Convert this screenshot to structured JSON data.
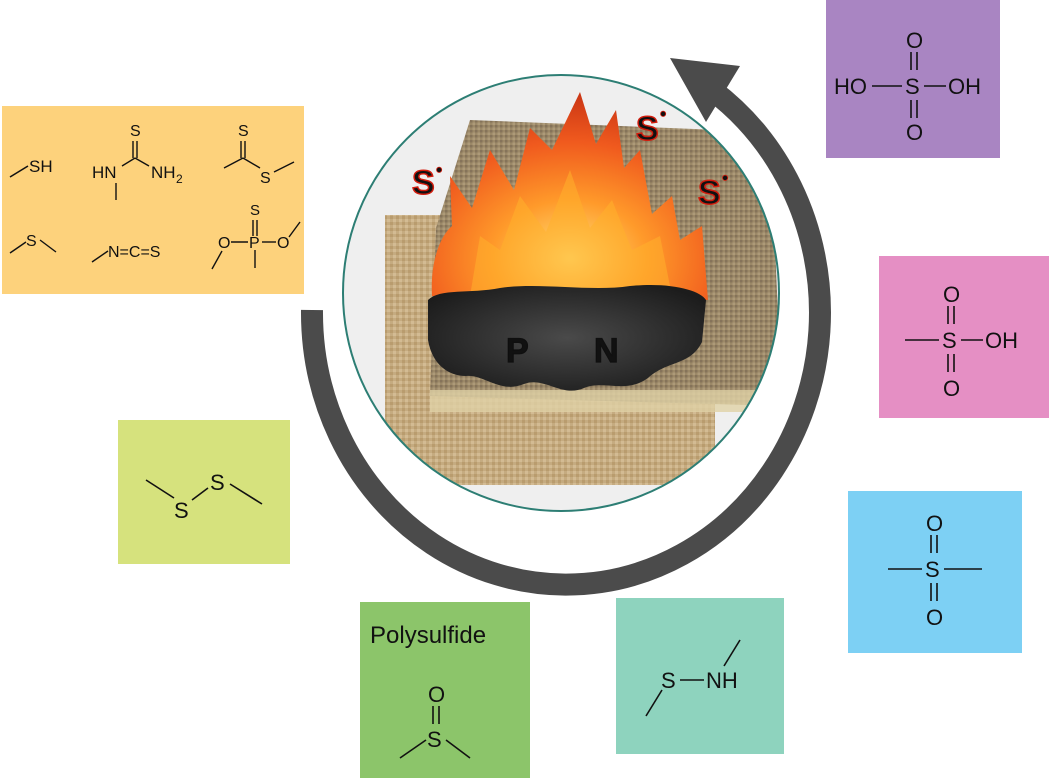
{
  "colors": {
    "orange_box": "#fdd27c",
    "purple_box": "#a985c2",
    "pink_box": "#e58fc4",
    "blue_box": "#7dd0f4",
    "teal_box": "#8ed3be",
    "green_box": "#8cc56a",
    "lime_box": "#d6e27d",
    "arrow": "#4b4b4b",
    "ring_border": "#2d7e74",
    "fabric": "#c7ad84",
    "flame_outer": "#e44a1d",
    "flame_inner": "#ffb12b",
    "char": "#2a2a2a",
    "radical_text": "#f2b23b",
    "radical_outline": "#d21c0d",
    "p_color": "#b7e13d",
    "n_color": "#2e86d8"
  },
  "groups": {
    "orange": {
      "sh": "SH",
      "thiourea_s": "S",
      "thiourea_hn": "HN",
      "thiourea_nh2": "NH",
      "thiourea_nh2_sub": "2",
      "dithioester_s_top": "S",
      "dithioester_s": "S",
      "sulfide_s": "S",
      "isothiocyanate": "N=C=S",
      "phosphate_s": "S",
      "phosphate_o_left": "O",
      "phosphate_p": "P",
      "phosphate_o_right": "O"
    },
    "sulfuric_acid": {
      "o_top": "O",
      "ho": "HO",
      "s": "S",
      "oh": "OH",
      "o_bottom": "O"
    },
    "sulfonic_acid": {
      "o_top": "O",
      "s": "S",
      "oh": "OH",
      "o_bottom": "O"
    },
    "sulfone": {
      "o_top": "O",
      "s": "S",
      "o_bottom": "O"
    },
    "sulfenamide": {
      "s": "S",
      "nh": "NH"
    },
    "polysulfide": {
      "title": "Polysulfide",
      "o": "O",
      "s": "S"
    },
    "disulfide": {
      "s1": "S",
      "s2": "S"
    }
  },
  "center": {
    "radical_1": "S",
    "radical_2": "S",
    "radical_3": "S",
    "radical_dot": "•",
    "p_label": "P",
    "n_label": "N"
  }
}
